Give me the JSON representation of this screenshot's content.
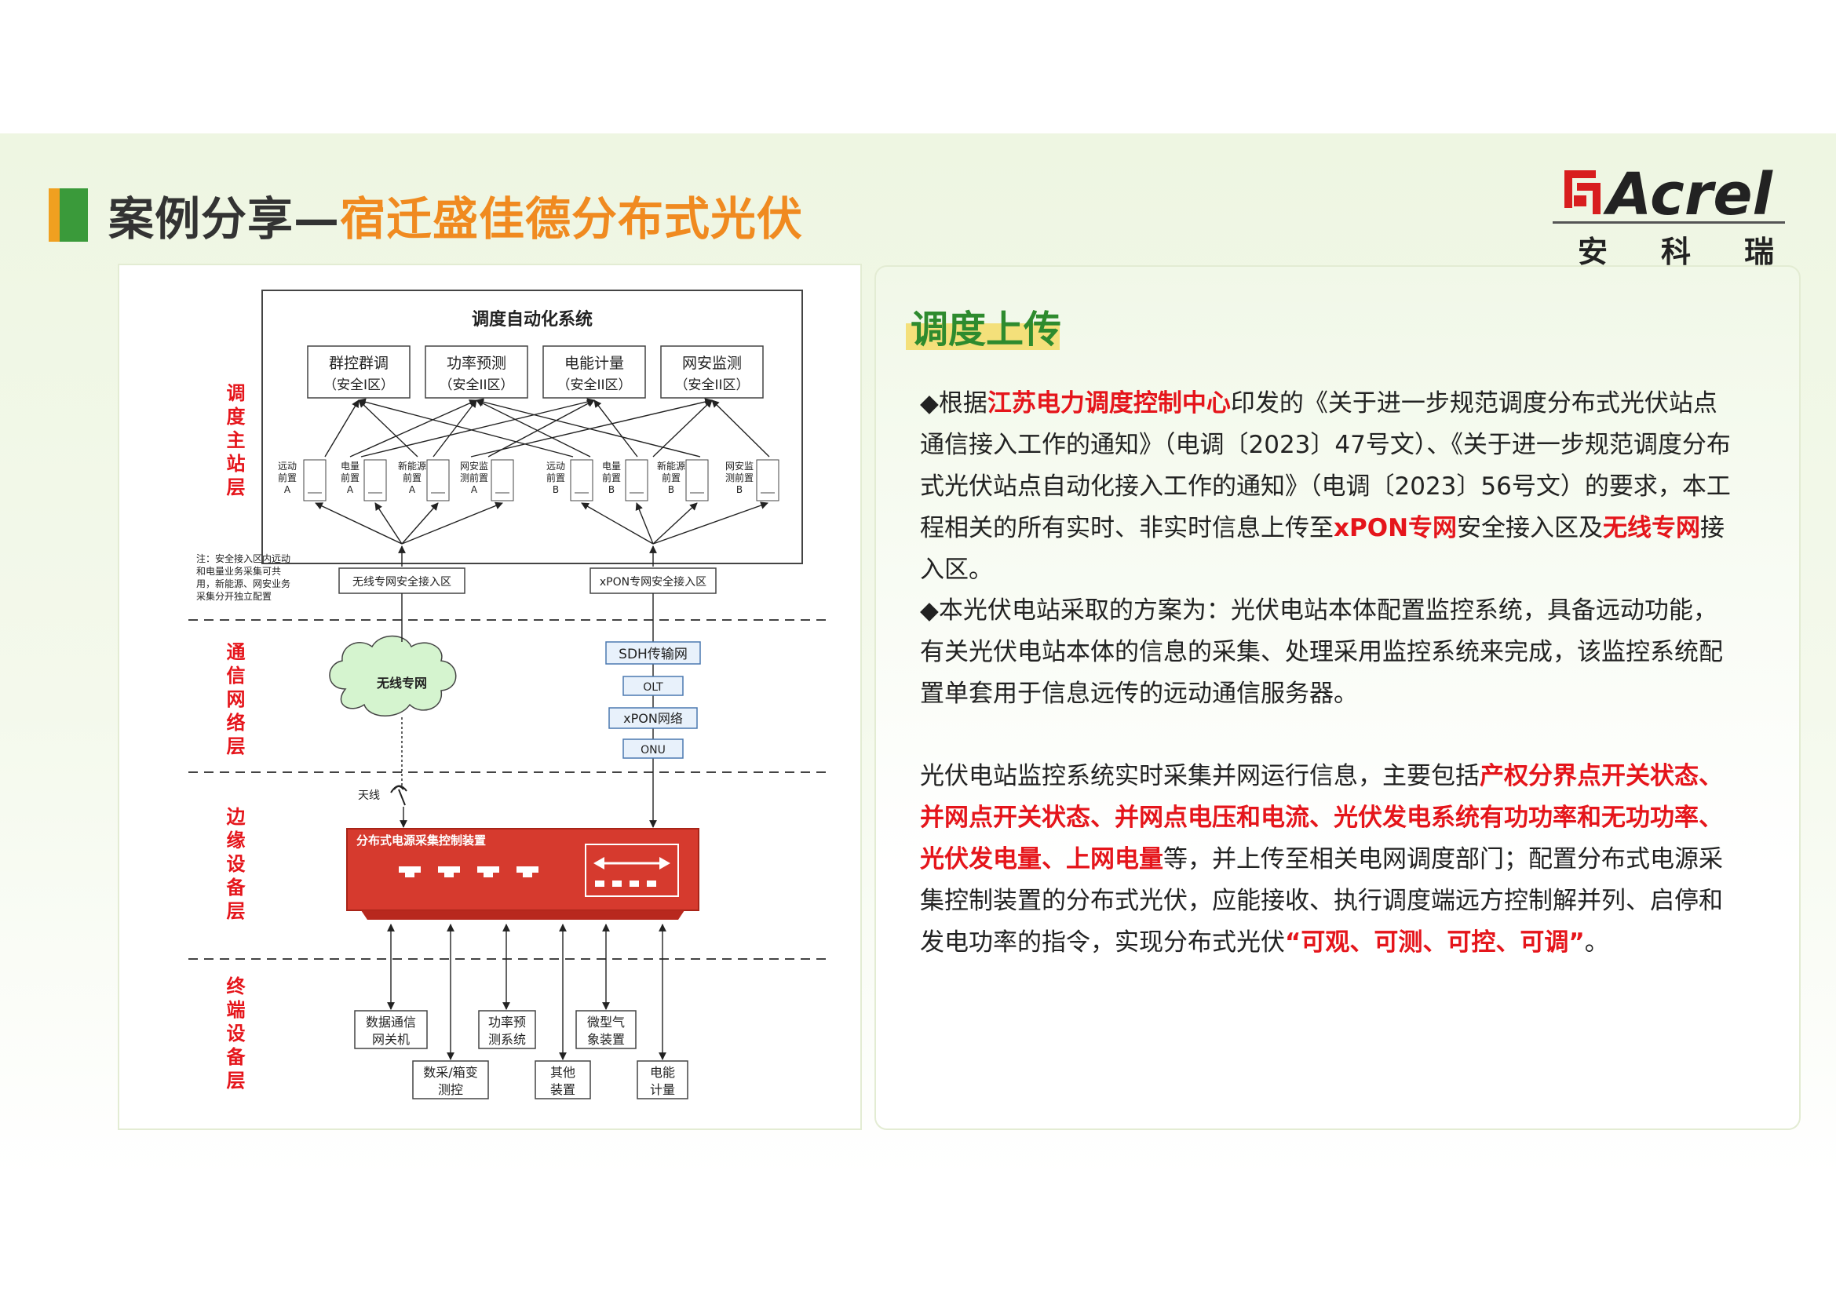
{
  "header": {
    "title_main": "案例分享—",
    "title_highlight": "宿迁盛佳德分布式光伏"
  },
  "logo": {
    "brand": "Acrel",
    "cn_chars": [
      "安",
      "科",
      "瑞"
    ]
  },
  "diagram": {
    "top_title": "调度自动化系统",
    "top_boxes": [
      {
        "l1": "群控群调",
        "l2": "（安全I区）"
      },
      {
        "l1": "功率预测",
        "l2": "（安全II区）"
      },
      {
        "l1": "电能计量",
        "l2": "（安全II区）"
      },
      {
        "l1": "网安监测",
        "l2": "（安全II区）"
      }
    ],
    "front_units": [
      {
        "l1": "远动",
        "l2": "前置",
        "l3": "A"
      },
      {
        "l1": "电量",
        "l2": "前置",
        "l3": "A"
      },
      {
        "l1": "新能源",
        "l2": "前置",
        "l3": "A"
      },
      {
        "l1": "网安监",
        "l2": "测前置",
        "l3": "A"
      },
      {
        "l1": "远动",
        "l2": "前置",
        "l3": "B"
      },
      {
        "l1": "电量",
        "l2": "前置",
        "l3": "B"
      },
      {
        "l1": "新能源",
        "l2": "前置",
        "l3": "B"
      },
      {
        "l1": "网安监",
        "l2": "测前置",
        "l3": "B"
      }
    ],
    "layers": [
      "调度主站层",
      "通信网络层",
      "边缘设备层",
      "终端设备层"
    ],
    "note_lines": [
      "注：安全接入区内远动",
      "和电量业务采集可共",
      "用，新能源、网安业务",
      "采集分开独立配置"
    ],
    "access_wireless": "无线专网安全接入区",
    "access_xpon": "xPON专网安全接入区",
    "cloud_label": "无线专网",
    "sdh": "SDH传输网",
    "olt": "OLT",
    "xpon_net": "xPON网络",
    "onu": "ONU",
    "antenna": "天线",
    "device_label": "分布式电源采集控制装置",
    "terminals_top": [
      {
        "l1": "数据通信",
        "l2": "网关机"
      },
      {
        "l1": "功率预",
        "l2": "测系统"
      },
      {
        "l1": "微型气",
        "l2": "象装置"
      }
    ],
    "terminals_bottom": [
      {
        "l1": "数采/箱变",
        "l2": "测控"
      },
      {
        "l1": "其他",
        "l2": "装置"
      },
      {
        "l1": "电能",
        "l2": "计量"
      }
    ]
  },
  "section": {
    "title": "调度上传",
    "p1": [
      {
        "t": "◆根据",
        "hl": false
      },
      {
        "t": "江苏电力调度控制中心",
        "hl": true
      },
      {
        "t": "印发的《关于进一步规范调度分布式光伏站点通信接入工作的通知》（电调〔2023〕47号文）、《关于进一步规范调度分布式光伏站点自动化接入工作的通知》（电调〔2023〕56号文）的要求，本工程相关的所有实时、非实时信息上传至",
        "hl": false
      },
      {
        "t": "xPON专网",
        "hl": true
      },
      {
        "t": "安全接入区及",
        "hl": false
      },
      {
        "t": "无线专网",
        "hl": true
      },
      {
        "t": "接入区。",
        "hl": false
      }
    ],
    "p2": [
      {
        "t": "◆本光伏电站采取的方案为：光伏电站本体配置监控系统，具备远动功能，有关光伏电站本体的信息的采集、处理采用监控系统来完成，该监控系统配置单套用于信息远传的远动通信服务器。",
        "hl": false
      }
    ],
    "p3": [
      {
        "t": "光伏电站监控系统实时采集并网运行信息，主要包括",
        "hl": false
      },
      {
        "t": "产权分界点开关状态、并网点开关状态、并网点电压和电流、光伏发电系统有功功率和无功功率、光伏发电量、上网电量",
        "hl": true
      },
      {
        "t": "等，并上传至相关电网调度部门；配置分布式电源采集控制装置的分布式光伏，应能接收、执行调度端远方控制解并列、启停和发电功率的指令，实现分布式光伏",
        "hl": false
      },
      {
        "t": "“可观、可测、可控、可调”",
        "hl": true
      },
      {
        "t": "。",
        "hl": false
      }
    ]
  },
  "colors": {
    "accent_green": "#2e8b2e",
    "accent_orange": "#f08a20",
    "red": "#e5151b",
    "device_red": "#d63a2e"
  }
}
